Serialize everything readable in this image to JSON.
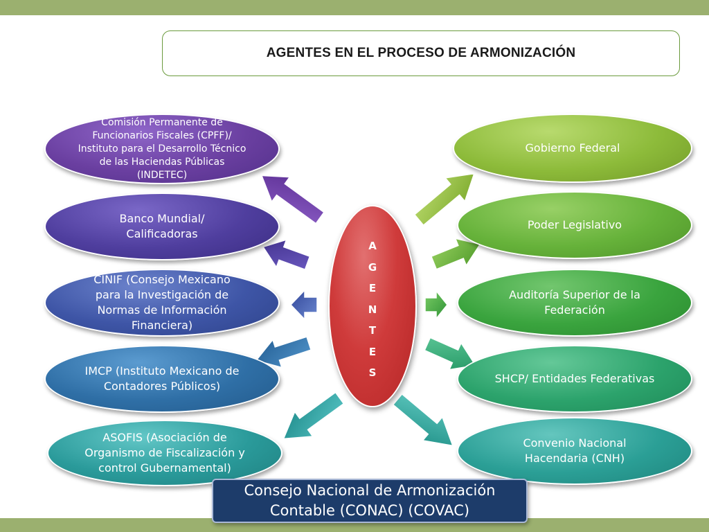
{
  "title": "AGENTES EN EL PROCESO DE ARMONIZACIÓN",
  "center": {
    "letters": [
      "A",
      "G",
      "E",
      "N",
      "T",
      "E",
      "S"
    ]
  },
  "left_agents": [
    {
      "label": "Comisión Permanente de Funcionarios Fiscales (CPFF)/ Instituto para el Desarrollo Técnico de las Haciendas Públicas (INDETEC)",
      "color": "#6a3fa0"
    },
    {
      "label": "Banco Mundial/ Calificadoras",
      "color": "#4f3e9e"
    },
    {
      "label": "CINIF (Consejo Mexicano para la Investigación de Normas de Información Financiera)",
      "color": "#3e55a6"
    },
    {
      "label": "IMCP (Instituto Mexicano de Contadores Públicos)",
      "color": "#2f6fa6"
    },
    {
      "label": "ASOFIS (Asociación de Organismo de Fiscalización y control Gubernamental)",
      "color": "#2a9a9a"
    }
  ],
  "right_agents": [
    {
      "label": "Gobierno Federal",
      "color": "#8dbb3a"
    },
    {
      "label": "Poder Legislativo",
      "color": "#66b23a"
    },
    {
      "label": "Auditoría Superior de la Federación",
      "color": "#3aa43e"
    },
    {
      "label": "SHCP/ Entidades Federativas",
      "color": "#2ca36c"
    },
    {
      "label": "Convenio Nacional Hacendaria (CNH)",
      "color": "#2b9f96"
    }
  ],
  "footer": "Consejo Nacional de Armonización Contable (CONAC) (COVAC)"
}
